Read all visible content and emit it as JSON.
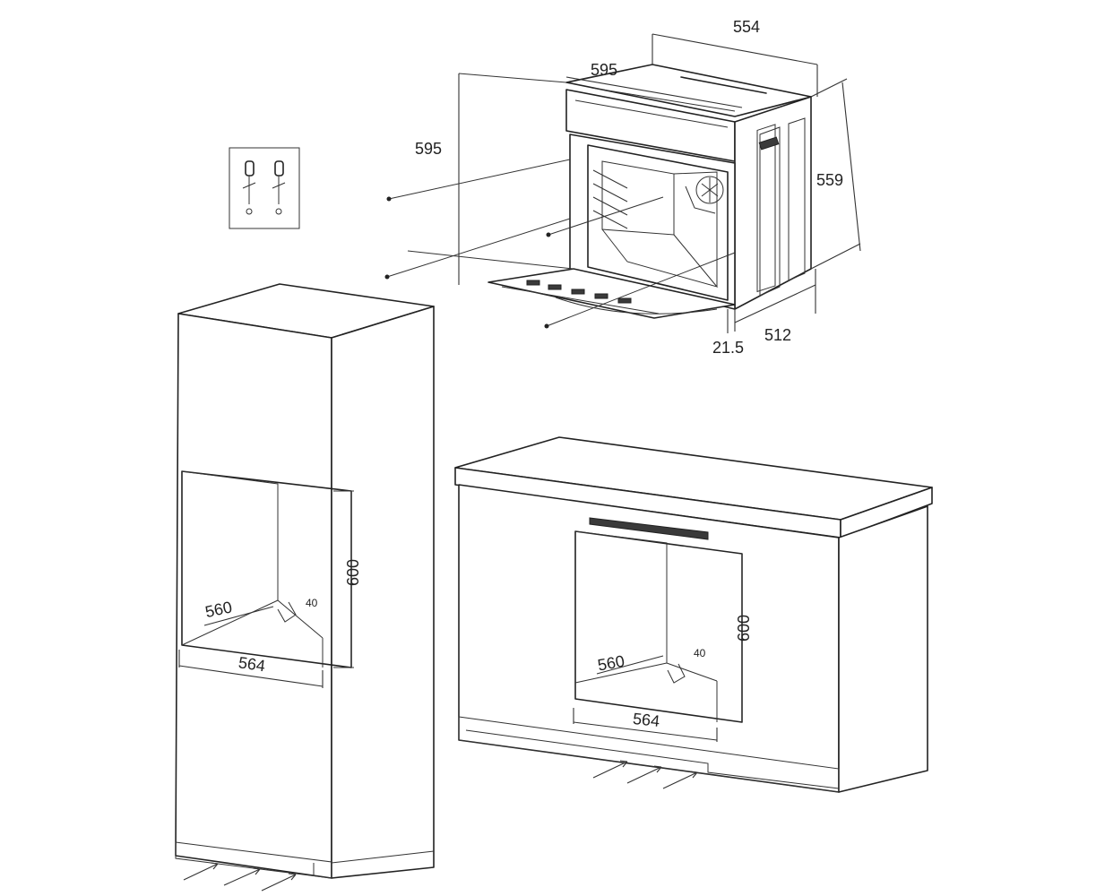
{
  "oven": {
    "width_top": "554",
    "width_front": "595",
    "height_front": "595",
    "height_side": "559",
    "depth": "512",
    "door_offset": "21.5"
  },
  "column_cabinet": {
    "opening_width": "560",
    "base_width": "564",
    "opening_height": "600",
    "vent_gap": "40"
  },
  "undercounter_cabinet": {
    "opening_width": "560",
    "base_width": "564",
    "opening_height": "600",
    "vent_gap": "40"
  }
}
